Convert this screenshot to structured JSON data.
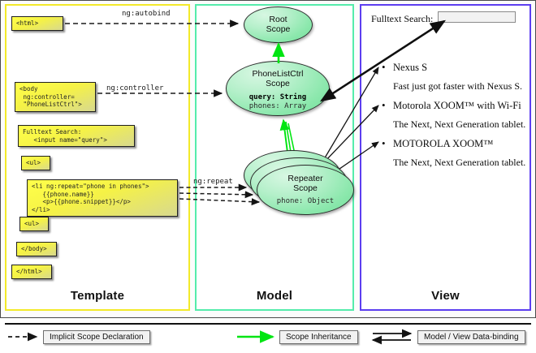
{
  "columns": {
    "template": {
      "label": "Template",
      "border_color": "#f3ea2a"
    },
    "model": {
      "label": "Model",
      "border_color": "#55ecab"
    },
    "view": {
      "label": "View",
      "border_color": "#5c3ef0"
    }
  },
  "template_code": {
    "html_open": "<html>",
    "body_open": "<body\n ng:controller=\n \"PhoneListCtrl\">",
    "search": "Fulltext Search:\n   <input name=\"query\">",
    "ul_open": "<ul>",
    "li_block": "<li ng:repeat=\"phone in phones\">\n   {{phone.name}}\n   <p>{{phone.snippet}}</p>\n</li>",
    "ul_close": "<ul>",
    "body_close": "</body>",
    "html_close": "</html>"
  },
  "connectors": {
    "autobind": "ng:autobind",
    "controller": "ng:controller",
    "repeat": "ng:repeat"
  },
  "model": {
    "root_scope": {
      "title_line1": "Root",
      "title_line2": "Scope"
    },
    "ctrl_scope": {
      "title_line1": "PhoneListCtrl",
      "title_line2": "Scope",
      "prop1_key": "query: ",
      "prop1_type": "String",
      "prop2": "phones: Array"
    },
    "repeater_scope": {
      "title_line1": "Repeater",
      "title_line2": "Scope",
      "prop1": "phone: Object"
    }
  },
  "view": {
    "search_label": "Fulltext Search:",
    "search_value": "",
    "search_placeholder": "",
    "phones": [
      {
        "name": "Nexus S",
        "snippet": "Fast just got faster with Nexus S."
      },
      {
        "name": "Motorola XOOM™  with Wi-Fi",
        "snippet": "The Next, Next Generation tablet."
      },
      {
        "name": "MOTOROLA XOOM™",
        "snippet": "The Next, Next Generation tablet."
      }
    ]
  },
  "legend": {
    "implicit": "Implicit Scope Declaration",
    "inheritance": "Scope Inheritance",
    "databinding": "Model / View Data-binding",
    "colors": {
      "dashed": "#1a1a1a",
      "green": "#00e512",
      "solid": "#111111"
    }
  }
}
